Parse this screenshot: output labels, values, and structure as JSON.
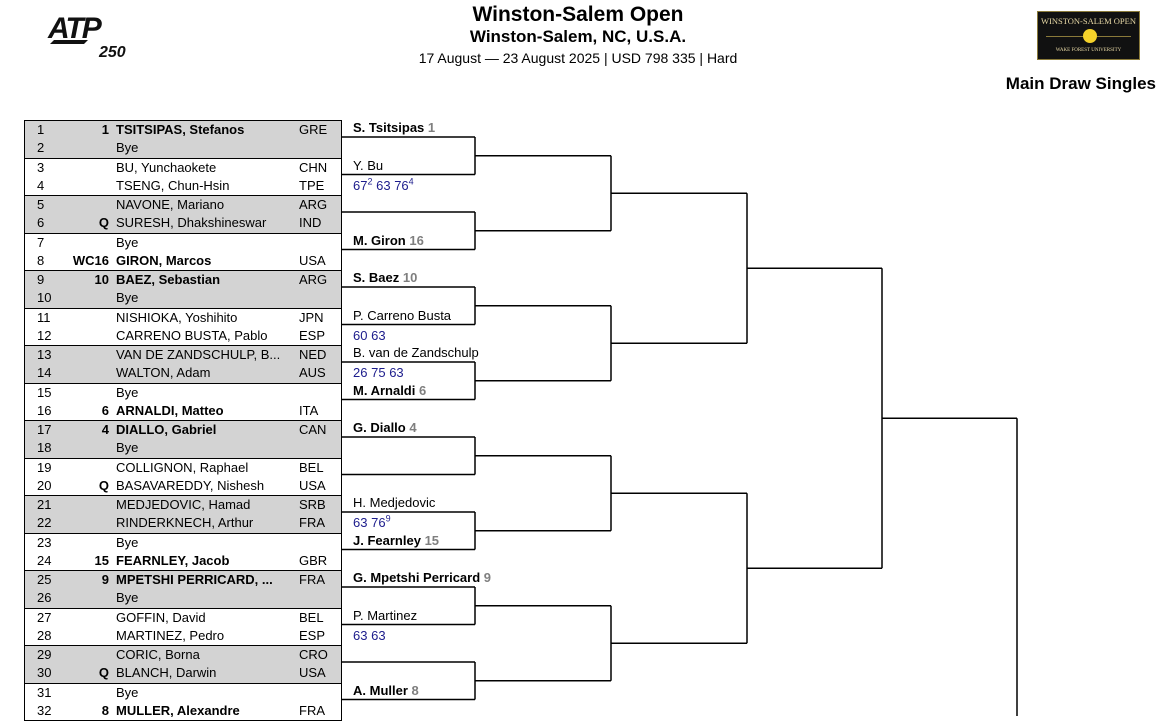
{
  "header": {
    "brand_text": "ATP",
    "brand_level": "250",
    "title": "Winston-Salem Open",
    "subtitle": "Winston-Salem, NC, U.S.A.",
    "info": "17 August — 23 August 2025 | USD 798 335 | Hard",
    "logo_name": "WINSTON-SALEM OPEN",
    "logo_sub": "WAKE FOREST UNIVERSITY",
    "draw_title": "Main Draw Singles"
  },
  "groups": [
    {
      "shade": true,
      "rows": [
        {
          "num": "1",
          "seed": "1",
          "name": "TSITSIPAS, Stefanos",
          "nat": "GRE",
          "bold": true
        },
        {
          "num": "2",
          "seed": "",
          "name": "Bye",
          "nat": "",
          "bold": false
        }
      ]
    },
    {
      "shade": false,
      "rows": [
        {
          "num": "3",
          "seed": "",
          "name": "BU, Yunchaokete",
          "nat": "CHN",
          "bold": false
        },
        {
          "num": "4",
          "seed": "",
          "name": "TSENG, Chun-Hsin",
          "nat": "TPE",
          "bold": false
        }
      ]
    },
    {
      "shade": true,
      "rows": [
        {
          "num": "5",
          "seed": "",
          "name": "NAVONE, Mariano",
          "nat": "ARG",
          "bold": false
        },
        {
          "num": "6",
          "seed": "Q",
          "name": "SURESH, Dhakshineswar",
          "nat": "IND",
          "bold": false
        }
      ]
    },
    {
      "shade": false,
      "rows": [
        {
          "num": "7",
          "seed": "",
          "name": "Bye",
          "nat": "",
          "bold": false
        },
        {
          "num": "8",
          "seed": "WC16",
          "name": "GIRON, Marcos",
          "nat": "USA",
          "bold": true
        }
      ]
    },
    {
      "shade": true,
      "rows": [
        {
          "num": "9",
          "seed": "10",
          "name": "BAEZ, Sebastian",
          "nat": "ARG",
          "bold": true
        },
        {
          "num": "10",
          "seed": "",
          "name": "Bye",
          "nat": "",
          "bold": false
        }
      ]
    },
    {
      "shade": false,
      "rows": [
        {
          "num": "11",
          "seed": "",
          "name": "NISHIOKA, Yoshihito",
          "nat": "JPN",
          "bold": false
        },
        {
          "num": "12",
          "seed": "",
          "name": "CARRENO BUSTA, Pablo",
          "nat": "ESP",
          "bold": false
        }
      ]
    },
    {
      "shade": true,
      "rows": [
        {
          "num": "13",
          "seed": "",
          "name": "VAN DE ZANDSCHULP, B...",
          "nat": "NED",
          "bold": false
        },
        {
          "num": "14",
          "seed": "",
          "name": "WALTON, Adam",
          "nat": "AUS",
          "bold": false
        }
      ]
    },
    {
      "shade": false,
      "rows": [
        {
          "num": "15",
          "seed": "",
          "name": "Bye",
          "nat": "",
          "bold": false
        },
        {
          "num": "16",
          "seed": "6",
          "name": "ARNALDI, Matteo",
          "nat": "ITA",
          "bold": true
        }
      ]
    },
    {
      "shade": true,
      "rows": [
        {
          "num": "17",
          "seed": "4",
          "name": "DIALLO, Gabriel",
          "nat": "CAN",
          "bold": true
        },
        {
          "num": "18",
          "seed": "",
          "name": "Bye",
          "nat": "",
          "bold": false
        }
      ]
    },
    {
      "shade": false,
      "rows": [
        {
          "num": "19",
          "seed": "",
          "name": "COLLIGNON, Raphael",
          "nat": "BEL",
          "bold": false
        },
        {
          "num": "20",
          "seed": "Q",
          "name": "BASAVAREDDY, Nishesh",
          "nat": "USA",
          "bold": false
        }
      ]
    },
    {
      "shade": true,
      "rows": [
        {
          "num": "21",
          "seed": "",
          "name": "MEDJEDOVIC, Hamad",
          "nat": "SRB",
          "bold": false
        },
        {
          "num": "22",
          "seed": "",
          "name": "RINDERKNECH, Arthur",
          "nat": "FRA",
          "bold": false
        }
      ]
    },
    {
      "shade": false,
      "rows": [
        {
          "num": "23",
          "seed": "",
          "name": "Bye",
          "nat": "",
          "bold": false
        },
        {
          "num": "24",
          "seed": "15",
          "name": "FEARNLEY, Jacob",
          "nat": "GBR",
          "bold": true
        }
      ]
    },
    {
      "shade": true,
      "rows": [
        {
          "num": "25",
          "seed": "9",
          "name": "MPETSHI PERRICARD, ...",
          "nat": "FRA",
          "bold": true
        },
        {
          "num": "26",
          "seed": "",
          "name": "Bye",
          "nat": "",
          "bold": false
        }
      ]
    },
    {
      "shade": false,
      "rows": [
        {
          "num": "27",
          "seed": "",
          "name": "GOFFIN, David",
          "nat": "BEL",
          "bold": false
        },
        {
          "num": "28",
          "seed": "",
          "name": "MARTINEZ, Pedro",
          "nat": "ESP",
          "bold": false
        }
      ]
    },
    {
      "shade": true,
      "rows": [
        {
          "num": "29",
          "seed": "",
          "name": "CORIC, Borna",
          "nat": "CRO",
          "bold": false
        },
        {
          "num": "30",
          "seed": "Q",
          "name": "BLANCH, Darwin",
          "nat": "USA",
          "bold": false
        }
      ]
    },
    {
      "shade": false,
      "rows": [
        {
          "num": "31",
          "seed": "",
          "name": "Bye",
          "nat": "",
          "bold": false
        },
        {
          "num": "32",
          "seed": "8",
          "name": "MULLER, Alexandre",
          "nat": "FRA",
          "bold": true
        }
      ]
    }
  ],
  "round1": [
    {
      "name": "S. Tsitsipas",
      "seed": "1",
      "bold": true,
      "score": []
    },
    {
      "name": "Y. Bu",
      "seed": "",
      "bold": false,
      "score": [
        [
          "67",
          "2"
        ],
        [
          "63",
          ""
        ],
        [
          "76",
          "4"
        ]
      ]
    },
    {
      "name": "",
      "seed": "",
      "bold": false,
      "score": []
    },
    {
      "name": "M. Giron",
      "seed": "16",
      "bold": true,
      "score": []
    },
    {
      "name": "S. Baez",
      "seed": "10",
      "bold": true,
      "score": []
    },
    {
      "name": "P. Carreno Busta",
      "seed": "",
      "bold": false,
      "score": [
        [
          "60",
          ""
        ],
        [
          "63",
          ""
        ]
      ]
    },
    {
      "name": "B. van de Zandschulp",
      "seed": "",
      "bold": false,
      "score": [
        [
          "26",
          ""
        ],
        [
          "75",
          ""
        ],
        [
          "63",
          ""
        ]
      ]
    },
    {
      "name": "M. Arnaldi",
      "seed": "6",
      "bold": true,
      "score": []
    },
    {
      "name": "G. Diallo",
      "seed": "4",
      "bold": true,
      "score": []
    },
    {
      "name": "",
      "seed": "",
      "bold": false,
      "score": []
    },
    {
      "name": "H. Medjedovic",
      "seed": "",
      "bold": false,
      "score": [
        [
          "63",
          ""
        ],
        [
          "76",
          "9"
        ]
      ]
    },
    {
      "name": "J. Fearnley",
      "seed": "15",
      "bold": true,
      "score": []
    },
    {
      "name": "G. Mpetshi Perricard",
      "seed": "9",
      "bold": true,
      "score": []
    },
    {
      "name": "P. Martinez",
      "seed": "",
      "bold": false,
      "score": [
        [
          "63",
          ""
        ],
        [
          "63",
          ""
        ]
      ]
    },
    {
      "name": "",
      "seed": "",
      "bold": false,
      "score": []
    },
    {
      "name": "A. Muller",
      "seed": "8",
      "bold": true,
      "score": []
    }
  ]
}
